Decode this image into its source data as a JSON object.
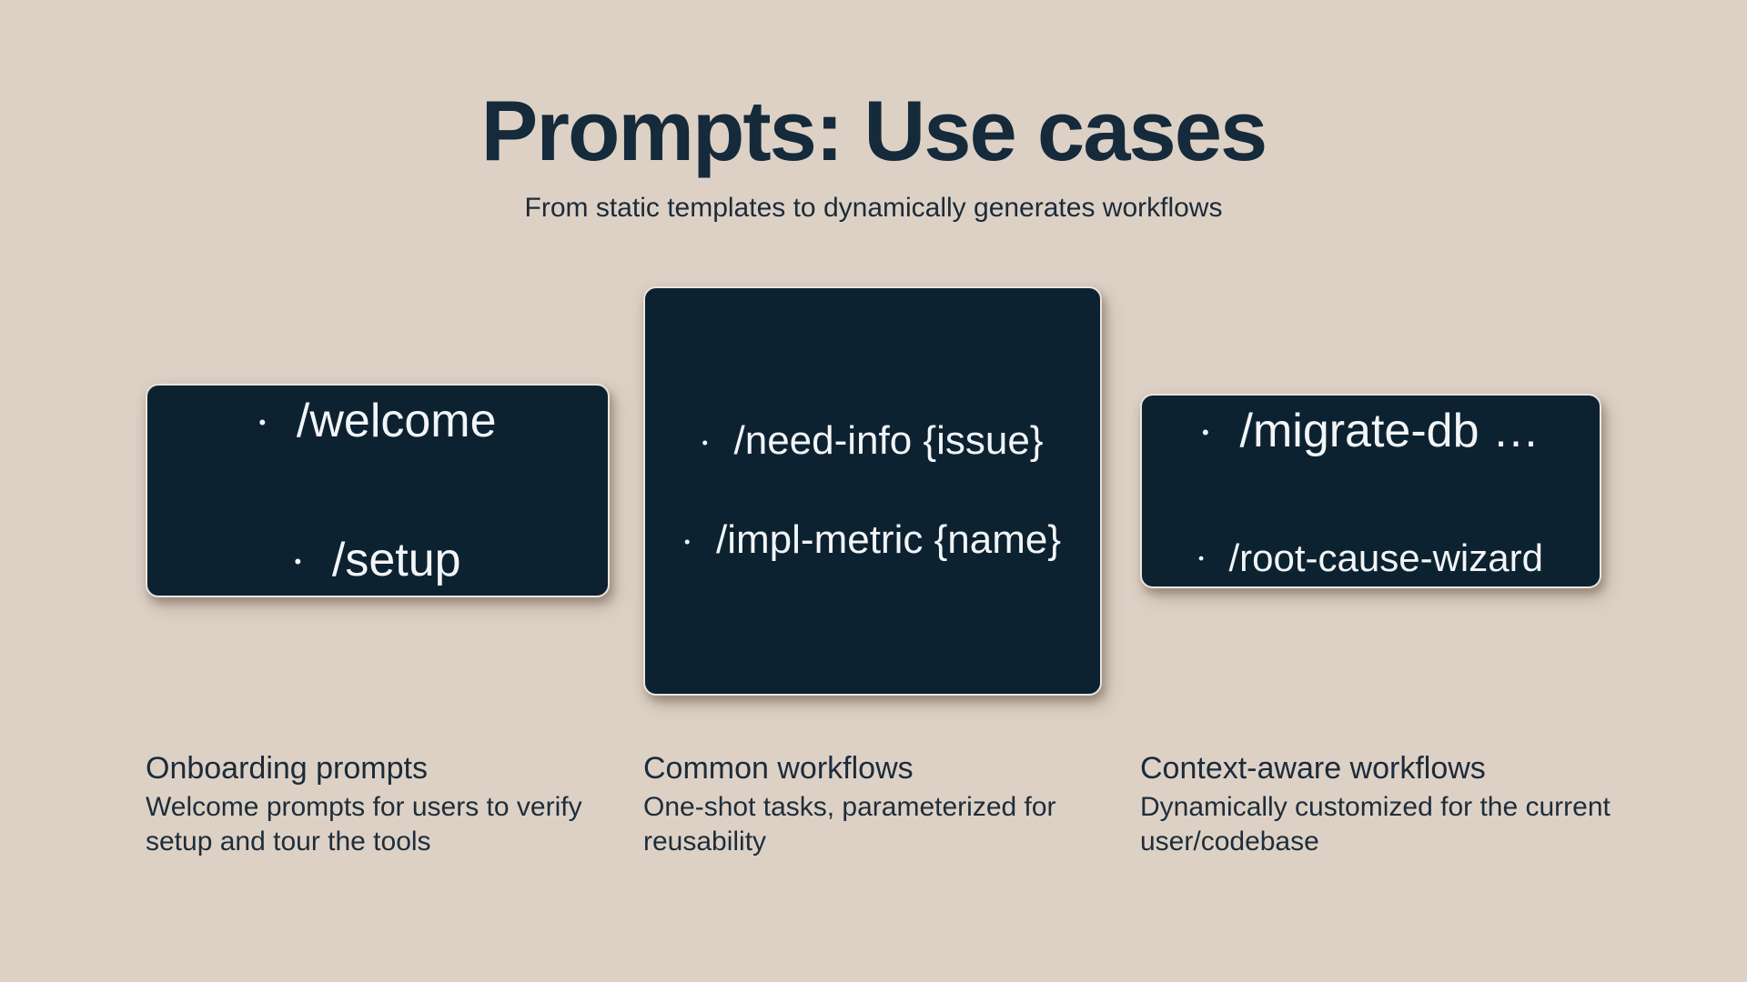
{
  "slide": {
    "title": "Prompts: Use cases",
    "subtitle": "From static templates to dynamically generates workflows",
    "bullet_glyph": "•",
    "colors": {
      "background": "#ddd1c6",
      "box_fill": "#0d2231",
      "box_border": "#eae5dd",
      "box_text": "#f2f5f7",
      "heading_text": "#152a3b",
      "caption_text": "#1e2d3a"
    },
    "columns": [
      {
        "box_items": [
          "/welcome",
          "/setup"
        ],
        "caption_title": "Onboarding prompts",
        "caption_body": "Welcome prompts for users to verify setup and tour the tools"
      },
      {
        "box_items": [
          "/need-info {issue}",
          "/impl-metric {name}"
        ],
        "caption_title": "Common workflows",
        "caption_body": "One-shot tasks, parameterized for reusability"
      },
      {
        "box_items": [
          "/migrate-db …",
          "/root-cause-wizard"
        ],
        "caption_title": "Context-aware workflows",
        "caption_body": "Dynamically customized for the current user/codebase"
      }
    ]
  }
}
